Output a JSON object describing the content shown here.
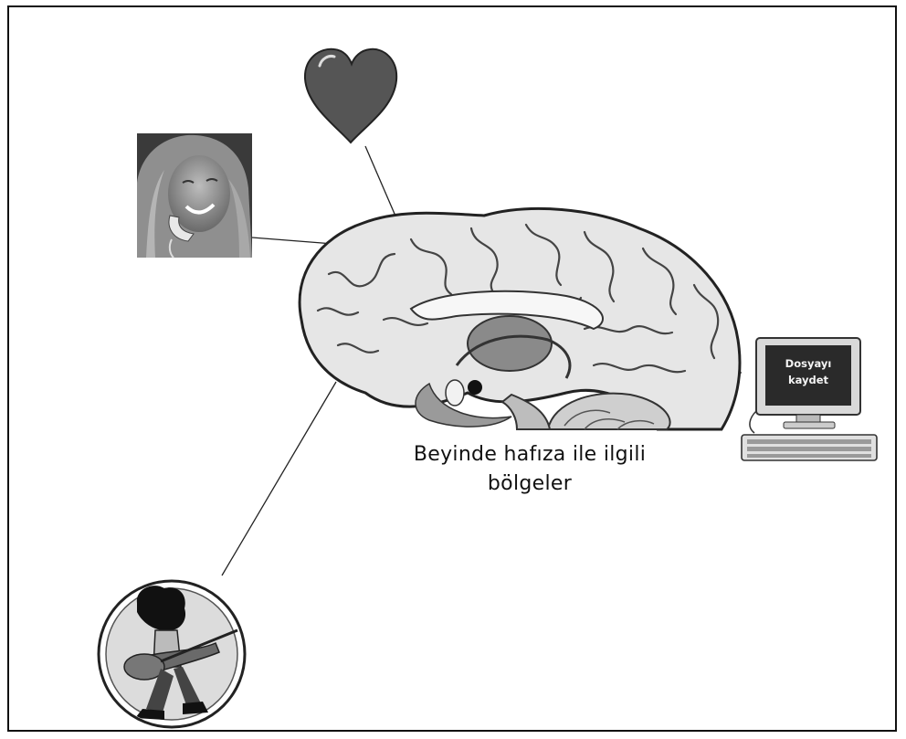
{
  "caption": {
    "line1": "Beyinde hafıza ile ilgili",
    "line2": "bölgeler"
  },
  "monitor": {
    "line1": "Dosyayı",
    "line2": "kaydet"
  },
  "icons": {
    "heart": "heart-icon",
    "woman": "woman-on-phone-image",
    "computer": "computer-icon",
    "guitarist": "guitarist-icon",
    "brain": "brain-illustration"
  },
  "colors": {
    "border": "#111111",
    "heart": "#555555",
    "screen": "#2a2a2a",
    "brain_fill": "#e6e6e6",
    "deep_structure": "#8a8a8a"
  }
}
